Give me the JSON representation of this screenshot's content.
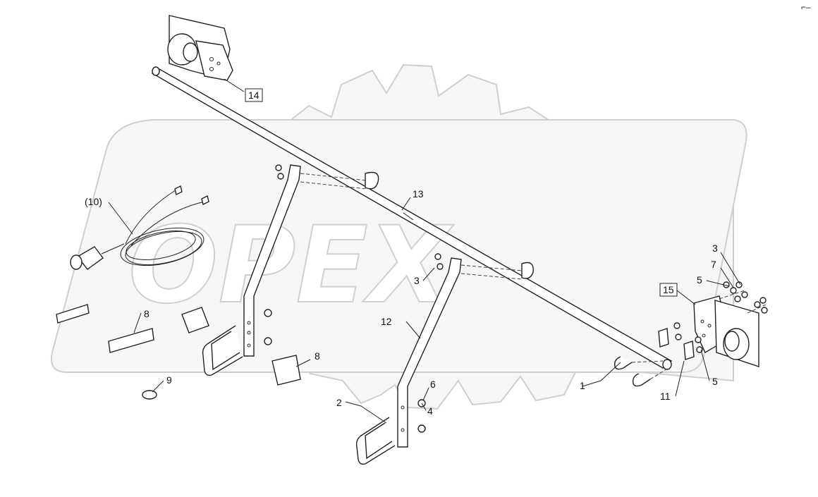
{
  "watermark": {
    "text": "OPEX"
  },
  "corner_mark": "⌐–",
  "callouts": {
    "c1": "1",
    "c2": "2",
    "c3a": "3",
    "c3b": "3",
    "c4": "4",
    "c5a": "5",
    "c5b": "5",
    "c6": "6",
    "c7": "7",
    "c8a": "8",
    "c8b": "8",
    "c9": "9",
    "c10": "(10)",
    "c11": "11",
    "c12": "12",
    "c13": "13",
    "c14": "14",
    "c15": "15"
  }
}
